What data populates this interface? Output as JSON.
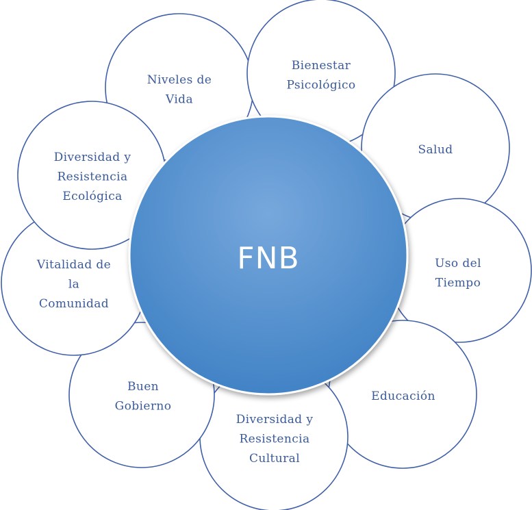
{
  "center": {
    "label": "FNB",
    "gradient_top": "#77a8dc",
    "gradient_bottom": "#3d80c4"
  },
  "colors": {
    "outline": "#3f5fa8",
    "label_text": "#3a5a9a",
    "background": "#ffffff"
  },
  "petals": [
    {
      "id": "niveles-de-vida",
      "lines": [
        "Niveles de",
        "Vida"
      ]
    },
    {
      "id": "bienestar-psicologico",
      "lines": [
        "Bienestar",
        "Psicológico"
      ]
    },
    {
      "id": "salud",
      "lines": [
        "Salud"
      ]
    },
    {
      "id": "uso-del-tiempo",
      "lines": [
        "Uso del",
        "Tiempo"
      ]
    },
    {
      "id": "educacion",
      "lines": [
        "Educación"
      ]
    },
    {
      "id": "diversidad-cultural",
      "lines": [
        "Diversidad y",
        "Resistencia",
        "Cultural"
      ]
    },
    {
      "id": "buen-gobierno",
      "lines": [
        "Buen",
        "Gobierno"
      ]
    },
    {
      "id": "vitalidad-comunidad",
      "lines": [
        "Vitalidad de",
        "la",
        "Comunidad"
      ]
    },
    {
      "id": "diversidad-ecologica",
      "lines": [
        "Diversidad y",
        "Resistencia",
        "Ecológica"
      ]
    }
  ]
}
